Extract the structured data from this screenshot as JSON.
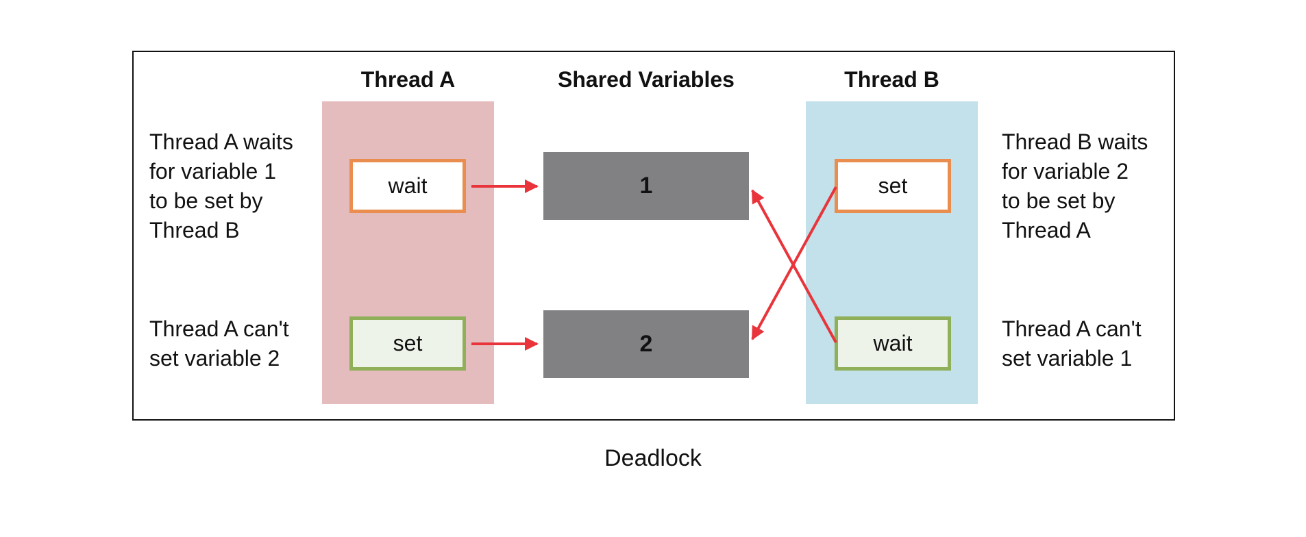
{
  "headers": {
    "thread_a": "Thread A",
    "shared": "Shared Variables",
    "thread_b": "Thread B"
  },
  "thread_a": {
    "top_step": "wait",
    "bottom_step": "set"
  },
  "thread_b": {
    "top_step": "set",
    "bottom_step": "wait"
  },
  "shared": {
    "var1": "1",
    "var2": "2"
  },
  "notes": {
    "left_top": "Thread A waits\nfor variable 1\nto be set by\nThread B",
    "left_bottom": "Thread A can't\nset variable 2",
    "right_top": "Thread B waits\nfor variable 2\nto be set by\nThread A",
    "right_bottom": "Thread A can't\nset variable 1"
  },
  "caption": "Deadlock",
  "colors": {
    "thread_a_lane": "#e5bcbd",
    "thread_b_lane": "#c2e1ea",
    "variable_box": "#818184",
    "wait_border": "#e98e4f",
    "set_border": "#8faf58",
    "arrow": "#e8343a"
  }
}
